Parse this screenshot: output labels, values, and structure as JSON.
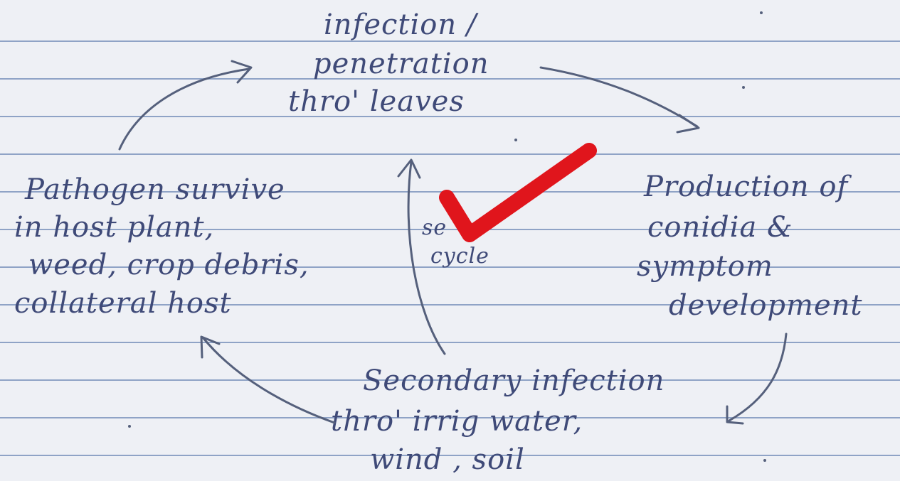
{
  "diagram": {
    "top_node": {
      "line1": "infection /",
      "line2": "penetration",
      "line3": "thro' leaves"
    },
    "right_node": {
      "line1": "Production of",
      "line2": "conidia &",
      "line3": "symptom",
      "line4": "development"
    },
    "bottom_node": {
      "line1": "Secondary infection",
      "line2": "thro' irrig water,",
      "line3": "wind , soil"
    },
    "left_node": {
      "line1": "Pathogen survive",
      "line2": "in host plant,",
      "line3": "weed, crop debris,",
      "line4": "collateral host"
    },
    "center_node": {
      "line1": "se",
      "line2": "cycle"
    },
    "tick_color": "#e0151c",
    "ink_color": "#3f4a78"
  }
}
